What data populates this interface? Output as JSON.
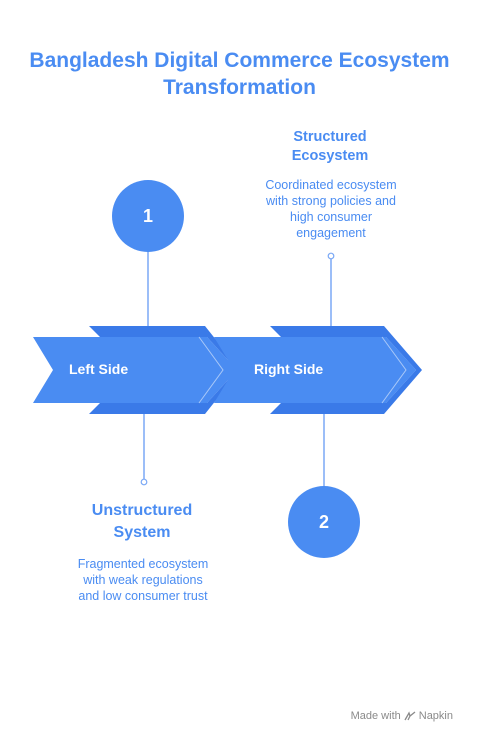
{
  "title": "Bangladesh Digital Commerce Ecosystem Transformation",
  "stages": [
    {
      "number": "1",
      "arrow_label": "Left Side",
      "heading": "Unstructured System",
      "description": "Fragmented ecosystem with weak regulations and low consumer trust"
    },
    {
      "number": "2",
      "arrow_label": "Right Side",
      "heading": "Structured Ecosystem",
      "description": "Coordinated ecosystem with strong policies and high consumer engagement"
    }
  ],
  "colors": {
    "accent": "#4a8cf2",
    "accent_dark": "#3a7ae8",
    "line": "#7aa8f5"
  },
  "credit": {
    "made_with": "Made with",
    "brand": "Napkin",
    "icon": "napkin-logo-icon"
  }
}
